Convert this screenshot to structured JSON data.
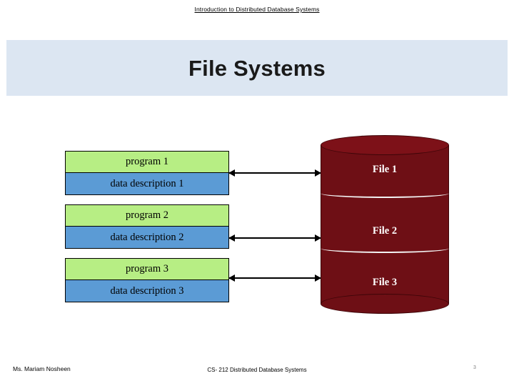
{
  "header": {
    "note": "Introduction to Distributed Database Systems"
  },
  "title": {
    "text": "File Systems"
  },
  "diagram": {
    "programs": [
      {
        "program": "program  1",
        "description": "data description 1"
      },
      {
        "program": "program  2",
        "description": "data description 2"
      },
      {
        "program": "program  3",
        "description": "data description 3"
      }
    ],
    "files": [
      {
        "label": "File 1"
      },
      {
        "label": "File 2"
      },
      {
        "label": "File 3"
      }
    ],
    "colors": {
      "program_fill": "#b7ee84",
      "data_fill": "#5b9bd5",
      "cylinder_fill": "#6e0f15",
      "title_band": "#dce6f2"
    }
  },
  "footer": {
    "left": "Ms. Mariam Nosheen",
    "center": "CS- 212 Distributed Database Systems",
    "page": "3"
  }
}
